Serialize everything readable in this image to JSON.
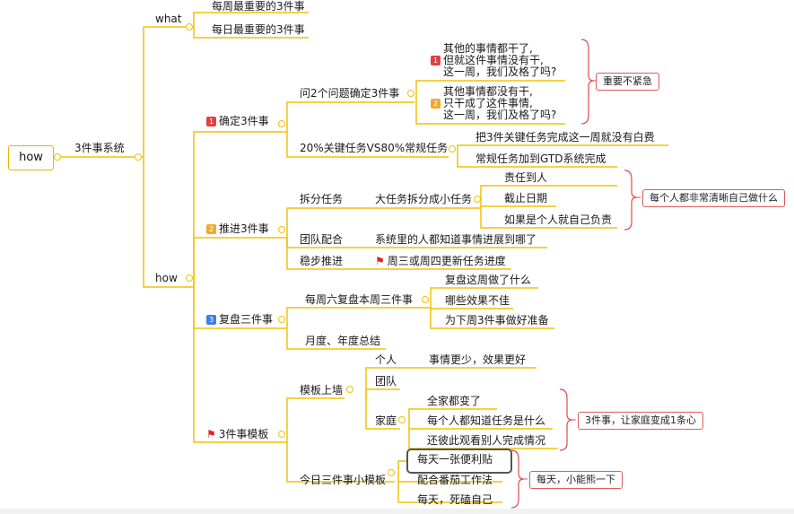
{
  "root": "how",
  "system": "3件事系统",
  "what": {
    "label": "what",
    "items": [
      "每周最重要的3件事",
      "每日最重要的3件事"
    ]
  },
  "how": {
    "label": "how",
    "confirm": {
      "label": "确定3件事",
      "badge": "1",
      "ask": {
        "label": "问2个问题确定3件事",
        "q1": {
          "badge": "1",
          "line1": "其他的事情都干了,",
          "line2": "但就这件事情没有干,",
          "line3": "这一周，我们及格了吗?"
        },
        "q2": {
          "badge": "2",
          "line1": "其他事情都没有干,",
          "line2": "只干成了这件事情,",
          "line3": "这一周，我们及格了吗?"
        }
      },
      "ratio": {
        "label": "20%关键任务VS80%常规任务",
        "items": [
          "把3件关键任务完成这一周就没有白费",
          "常规任务加到GTD系统完成"
        ]
      },
      "callout": "重要不紧急"
    },
    "advance": {
      "label": "推进3件事",
      "badge": "2",
      "split": {
        "label": "拆分任务",
        "sub": "大任务拆分成小任务",
        "items": [
          "责任到人",
          "截止日期",
          "如果是个人就自己负责"
        ]
      },
      "team": {
        "label": "团队配合",
        "sub": "系统里的人都知道事情进展到哪了"
      },
      "steady": {
        "label": "稳步推进",
        "sub": "周三或周四更新任务进度"
      },
      "callout": "每个人都非常清晰自己做什么"
    },
    "review": {
      "label": "复盘三件事",
      "badge": "3",
      "weekly": {
        "label": "每周六复盘本周三件事",
        "items": [
          "复盘这周做了什么",
          "哪些效果不佳",
          "为下周3件事做好准备"
        ]
      },
      "monthly": "月度、年度总结"
    },
    "template": {
      "label": "3件事模板",
      "wall": {
        "label": "模板上墙",
        "personal": {
          "label": "个人",
          "sub": "事情更少，效果更好"
        },
        "team": "团队",
        "family": {
          "label": "家庭",
          "items": [
            "全家都变了",
            "每个人都知道任务是什么",
            "还彼此观看别人完成情况"
          ]
        }
      },
      "daily": {
        "label": "今日三件事小模板",
        "items": [
          "每天一张便利贴",
          "配合番茄工作法",
          "每天，死磕自己"
        ]
      },
      "callout_family": "3件事，让家庭变成1条心",
      "callout_daily": "每天，小能熊一下"
    }
  },
  "colors": {
    "branch": "#f0c20a",
    "callout_border": "#e05a5a",
    "bracket": "#e04a4a"
  },
  "icons": [
    "collapse-circle-icon",
    "red-flag-icon"
  ]
}
